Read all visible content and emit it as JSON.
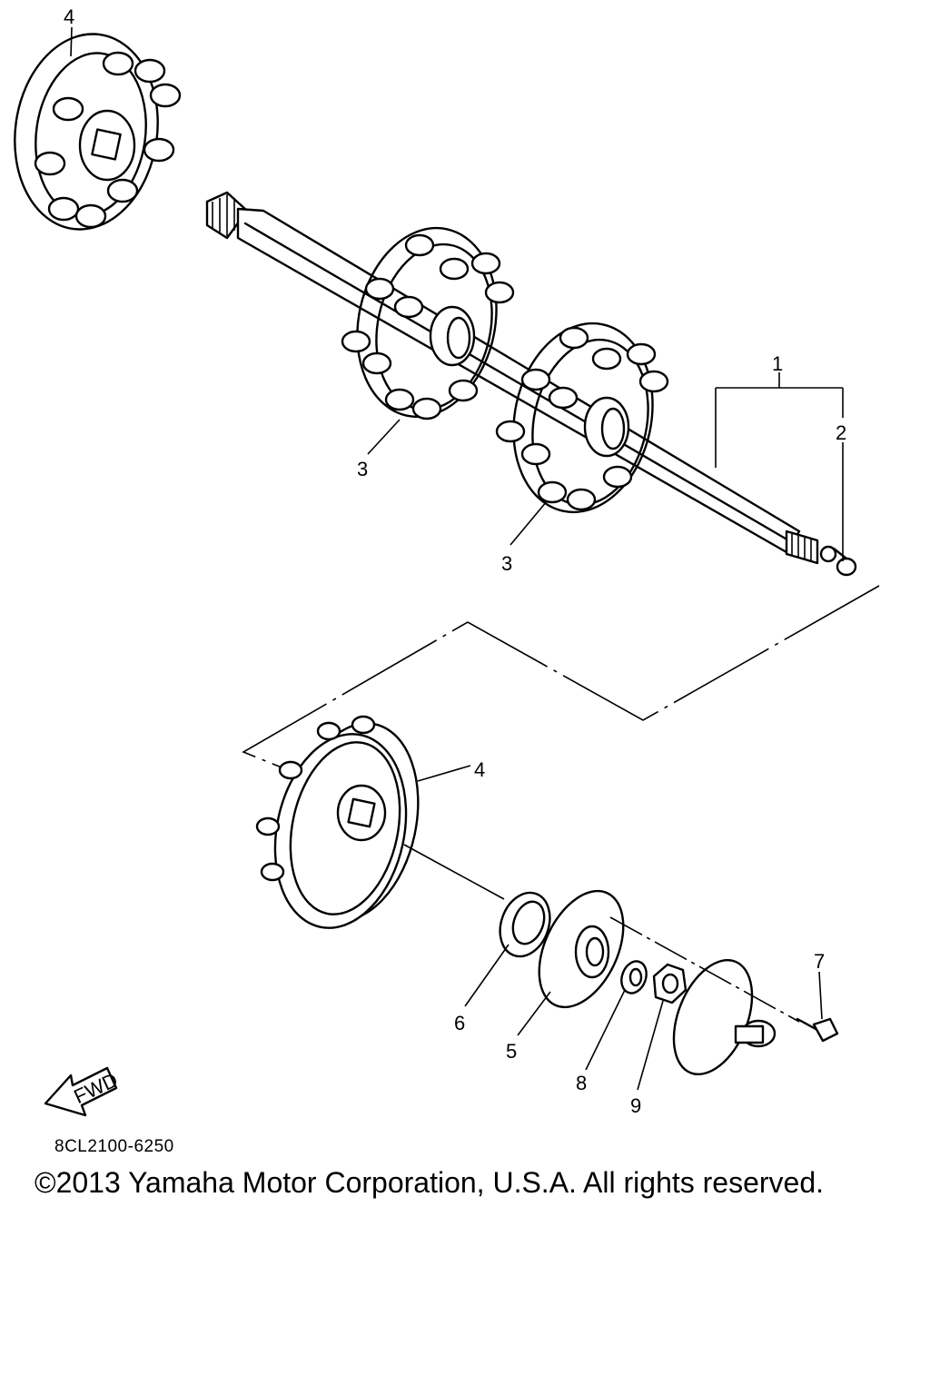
{
  "callouts": {
    "c1": "1",
    "c2": "2",
    "c3a": "3",
    "c3b": "3",
    "c4a": "4",
    "c4b": "4",
    "c5": "5",
    "c6": "6",
    "c7": "7",
    "c8": "8",
    "c9": "9"
  },
  "fwd_label": "FWD",
  "diagram_code": "8CL2100-6250",
  "copyright": "©2013 Yamaha Motor Corporation, U.S.A. All rights reserved."
}
